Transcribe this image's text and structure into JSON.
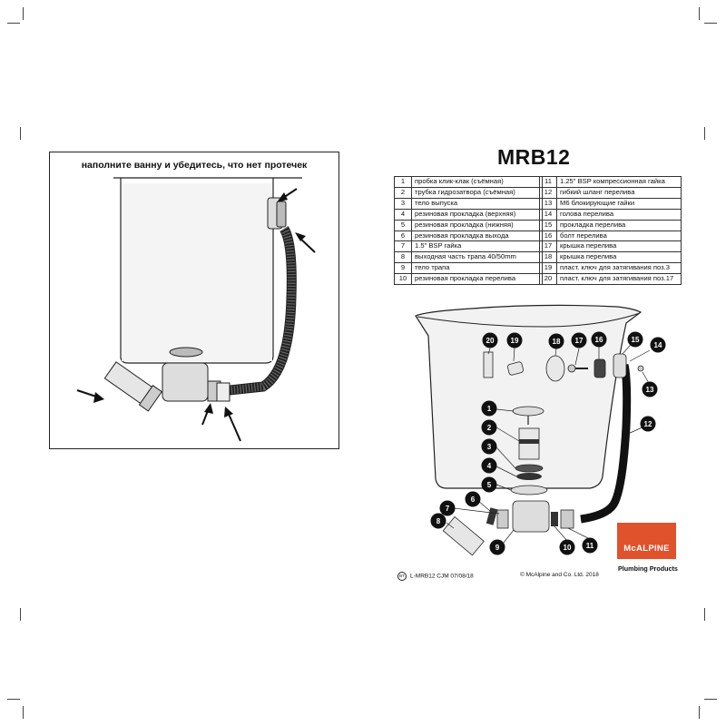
{
  "left_panel": {
    "heading": "наполните ванну и убедитесь, что нет протечек"
  },
  "title": "MRB12",
  "parts_left": [
    {
      "num": "1",
      "name": "пробка клик-клак (съёмная)"
    },
    {
      "num": "2",
      "name": "трубка гидрозатвора (съёмная)"
    },
    {
      "num": "3",
      "name": "тело выпуска"
    },
    {
      "num": "4",
      "name": "резиновая прокладка (верхняя)"
    },
    {
      "num": "5",
      "name": "резиновая прокладка (нижняя)"
    },
    {
      "num": "6",
      "name": "резиновая прокладка выхода"
    },
    {
      "num": "7",
      "name": "1.5\" BSP гайка"
    },
    {
      "num": "8",
      "name": "выходная часть трапа 40/50mm"
    },
    {
      "num": "9",
      "name": "тело трапа"
    },
    {
      "num": "10",
      "name": "резиновая прокладка перелива"
    }
  ],
  "parts_right": [
    {
      "num": "11",
      "name": "1.25\" BSP компрессионная гайка"
    },
    {
      "num": "12",
      "name": "гибкий шланг перелива"
    },
    {
      "num": "13",
      "name": "M6 блокирующие гайки"
    },
    {
      "num": "14",
      "name": "голова перелива"
    },
    {
      "num": "15",
      "name": "прокладка перелива"
    },
    {
      "num": "16",
      "name": "болт перелива"
    },
    {
      "num": "17",
      "name": "крышка перелива"
    },
    {
      "num": "18",
      "name": "крышка перелива"
    },
    {
      "num": "19",
      "name": "пласт. ключ для затягивания поз.3"
    },
    {
      "num": "20",
      "name": "пласт. ключ для затягивания поз.17"
    }
  ],
  "callouts": [
    "20",
    "19",
    "18",
    "17",
    "16",
    "15",
    "14",
    "13",
    "12",
    "1",
    "2",
    "3",
    "4",
    "5",
    "6",
    "7",
    "8",
    "9",
    "10",
    "11"
  ],
  "footer": {
    "mark": "BT",
    "doc_ref": "L-MRB12   CJM  07/08/18",
    "copyright": "© McAlpine and Co. Ltd. 2018"
  },
  "brand": {
    "name": "McALPINE",
    "subtitle": "Plumbing Products",
    "color": "#e0522c"
  }
}
